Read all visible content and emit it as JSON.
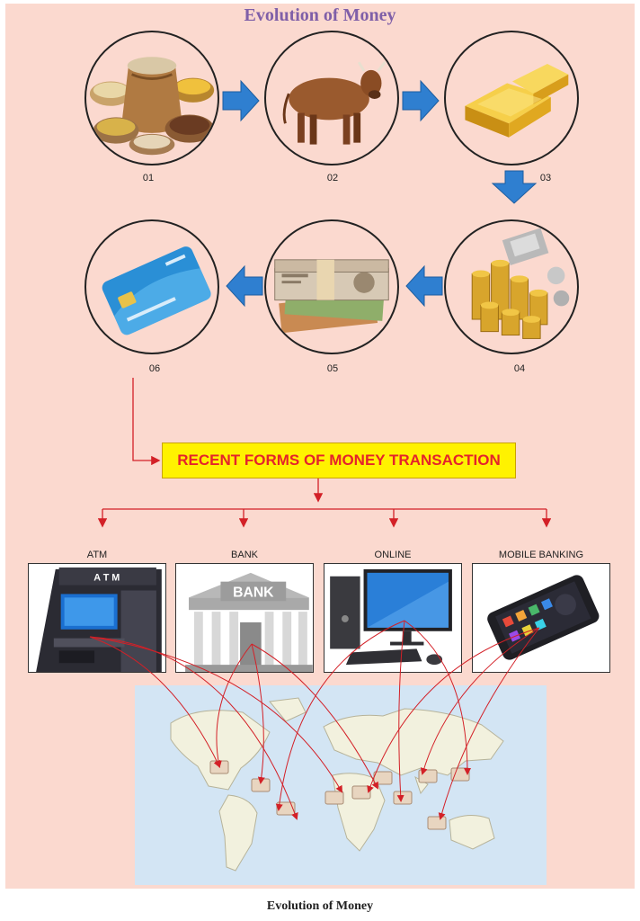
{
  "title": "Evolution of Money",
  "stages": [
    {
      "number": "01",
      "item": "grain-sack-icon"
    },
    {
      "number": "02",
      "item": "cow-icon"
    },
    {
      "number": "03",
      "item": "gold-bars-icon"
    },
    {
      "number": "04",
      "item": "coins-icon"
    },
    {
      "number": "05",
      "item": "banknotes-icon"
    },
    {
      "number": "06",
      "item": "credit-card-icon"
    }
  ],
  "recent_forms_label": "RECENT FORMS OF MONEY TRANSACTION",
  "channels": [
    {
      "label": "ATM",
      "screen_text": "A T M",
      "item": "atm-machine-icon"
    },
    {
      "label": "BANK",
      "sign_text": "BANK",
      "item": "bank-building-icon"
    },
    {
      "label": "ONLINE",
      "item": "desktop-computer-icon"
    },
    {
      "label": "MOBILE BANKING",
      "item": "smartphone-icon"
    }
  ],
  "caption": "Evolution of Money",
  "colors": {
    "background": "#fbd9cf",
    "title": "#7f5fa8",
    "arrow": "#2f7fd0",
    "connector": "#d32027",
    "label_box": "#fff200",
    "label_text": "#e5232b",
    "ocean": "#d3e5f4",
    "land": "#f2f1de"
  }
}
